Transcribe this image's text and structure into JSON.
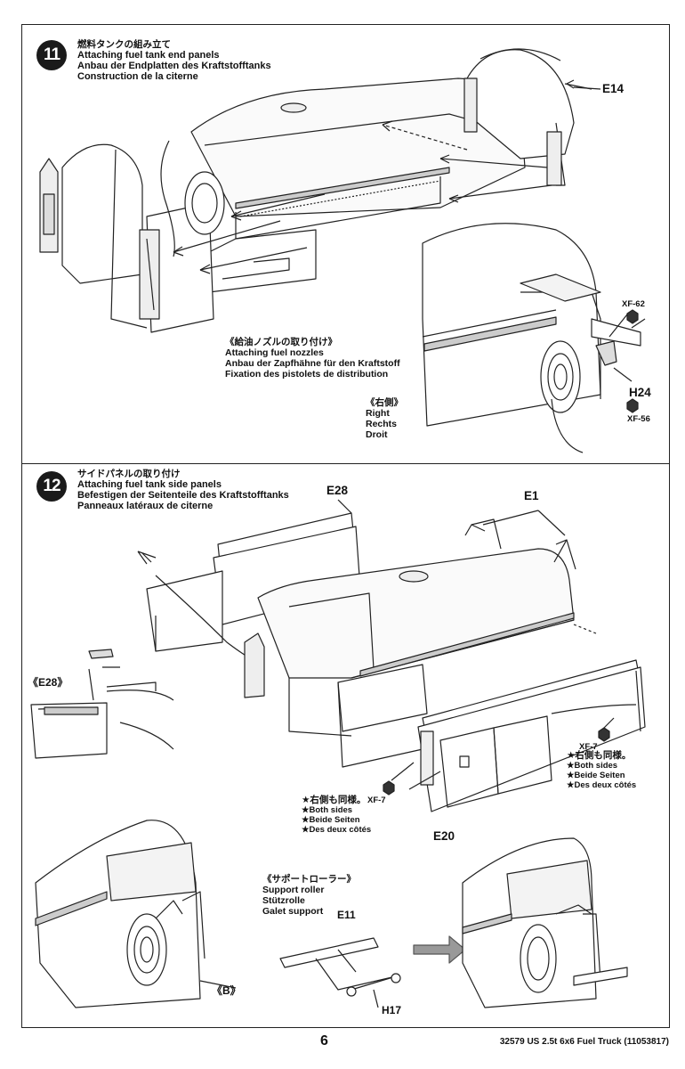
{
  "step11": {
    "number": "11",
    "title_jp": "燃料タンクの組み立て",
    "title_en": "Attaching fuel tank end panels",
    "title_de": "Anbau der Endplatten des Kraftstofftanks",
    "title_fr": "Construction de la citerne",
    "part_e14": "E14",
    "sub_jp": "《給油ノズルの取り付け》",
    "sub_en": "Attaching fuel nozzles",
    "sub_de": "Anbau der Zapfhähne für den Kraftstoff",
    "sub_fr": "Fixation des pistolets de distribution",
    "side_jp": "《右側》",
    "side_en": "Right",
    "side_de": "Rechts",
    "side_fr": "Droit",
    "part_xf62": "XF-62",
    "part_h24": "H24",
    "part_xf56": "XF-56"
  },
  "step12": {
    "number": "12",
    "title_jp": "サイドパネルの取り付け",
    "title_en": "Attaching fuel tank side panels",
    "title_de": "Befestigen der Seitenteile des Kraftstofftanks",
    "title_fr": "Panneaux latéraux de citerne",
    "part_e28": "E28",
    "part_e1": "E1",
    "detail_e28": "《E28》",
    "part_xf7_right": "XF-7",
    "both_right": {
      "jp": "★右側も同様。",
      "en": "★Both sides",
      "de": "★Beide Seiten",
      "fr": "★Des deux côtés"
    },
    "part_xf7_left": "XF-7",
    "both_left": {
      "jp": "★右側も同様。",
      "en": "★Both sides",
      "de": "★Beide Seiten",
      "fr": "★Des deux côtés"
    },
    "part_e20": "E20",
    "roller_jp": "《サポートローラー》",
    "roller_en": "Support roller",
    "roller_de": "Stützrolle",
    "roller_fr": "Galet support",
    "part_e11": "E11",
    "part_h17": "H17",
    "detail_b": "《B》"
  },
  "footer": {
    "page_number": "6",
    "reference": "32579  US 2.5t 6x6 Fuel Truck (11053817)"
  }
}
